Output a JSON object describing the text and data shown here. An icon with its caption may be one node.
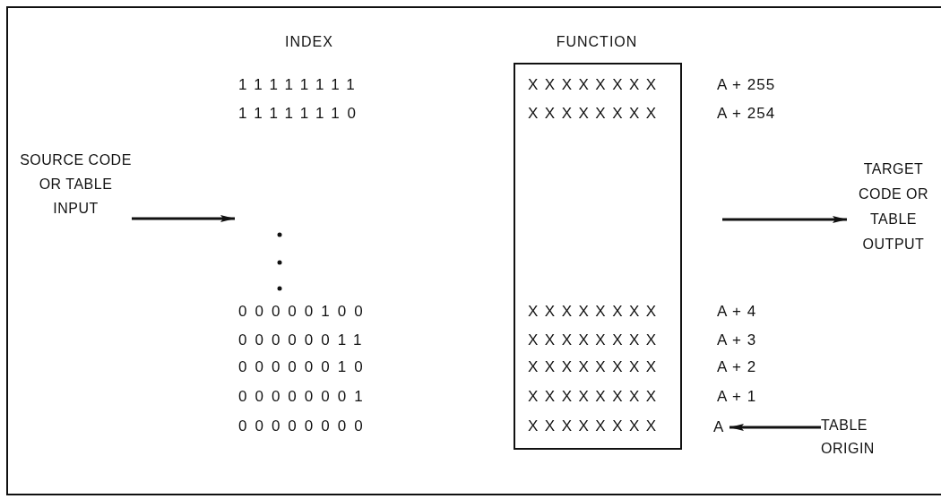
{
  "diagram": {
    "nodes": [
      {
        "text": [
          "SOURCE CODE OR TABLE INPUT"
        ]
      },
      {
        "text": [
          "FUNCTION",
          "XXXXXXXX",
          "XXXXXXXX",
          "XXXXXXXX",
          "XXXXXXXX",
          "XXXXXXXX",
          "XXXXXXXX",
          "XXXXXXXX"
        ]
      },
      {
        "text": [
          "TARGET CODE OR TABLE OUTPUT"
        ]
      },
      {
        "text": [
          "A"
        ]
      },
      {
        "text": [
          "TABLE ORIGIN"
        ]
      }
    ],
    "edges": [
      {
        "from": 0,
        "to": null,
        "arrow": "to"
      },
      {
        "from": null,
        "to": 2,
        "arrow": "to"
      },
      {
        "from": 4,
        "to": 3,
        "arrow": "to"
      }
    ],
    "labels": [
      "INDEX",
      "11111111",
      "A + 255",
      "11111110",
      "A + 254",
      "00000100",
      "A + 4",
      "00000011",
      "A + 3",
      "00000010",
      "A + 2",
      "00000001",
      "A + 1",
      "00000000"
    ]
  }
}
